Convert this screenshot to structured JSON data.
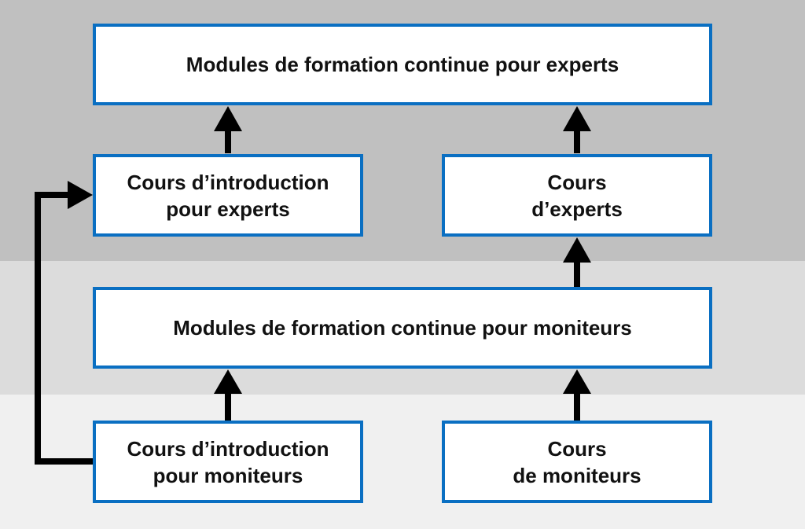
{
  "diagram": {
    "nodes": {
      "experts_modules": {
        "label": "Modules de formation continue pour experts"
      },
      "intro_experts": {
        "line1": "Cours d’introduction",
        "line2": "pour experts"
      },
      "experts_course": {
        "line1": "Cours",
        "line2": "d’experts"
      },
      "moniteurs_modules": {
        "label": "Modules de formation continue pour moniteurs"
      },
      "intro_moniteurs": {
        "line1": "Cours d’introduction",
        "line2": "pour moniteurs"
      },
      "moniteurs_course": {
        "line1": "Cours",
        "line2": "de moniteurs"
      }
    },
    "edges": [
      {
        "from": "intro_experts",
        "to": "experts_modules"
      },
      {
        "from": "experts_course",
        "to": "experts_modules"
      },
      {
        "from": "moniteurs_modules",
        "to": "experts_course"
      },
      {
        "from": "intro_moniteurs",
        "to": "moniteurs_modules"
      },
      {
        "from": "moniteurs_course",
        "to": "moniteurs_modules"
      },
      {
        "from": "intro_moniteurs",
        "to": "intro_experts"
      }
    ],
    "colors": {
      "box_border": "#0a6fc2",
      "box_fill": "#ffffff",
      "arrow": "#000000",
      "band_top": "#c0c0c0",
      "band_middle": "#dcdcdc",
      "band_bottom": "#f0f0f0"
    }
  }
}
